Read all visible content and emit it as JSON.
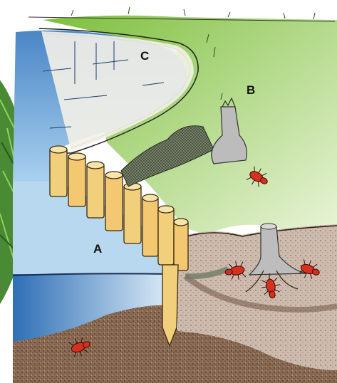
{
  "labels": {
    "a": "A",
    "b": "B",
    "c": "C"
  },
  "colors": {
    "water": "#8fc3e8",
    "water_dark": "#3f80c4",
    "grass": "#8cc84b",
    "soil": "#7a5a44",
    "stake": "#f2c66a",
    "termite": "#d8301e",
    "grass_photo": "#3f7a2a"
  },
  "scene": {
    "objects": [
      "grass-photo",
      "pond",
      "wooden-stake-wall",
      "earth-bank",
      "tree-stump",
      "termite"
    ]
  }
}
